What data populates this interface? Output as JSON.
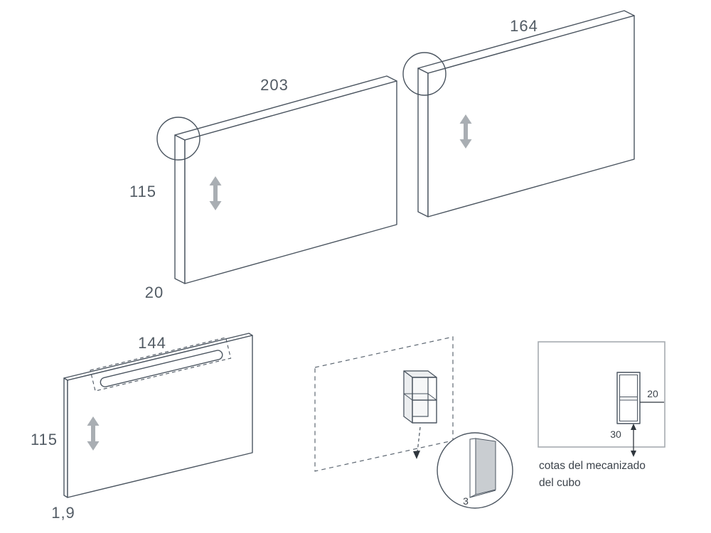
{
  "panel_top_left": {
    "width": "203",
    "height": "115",
    "thickness": "20"
  },
  "panel_top_right": {
    "width": "164"
  },
  "panel_bottom_left": {
    "width": "144",
    "height": "115",
    "thickness": "1,9"
  },
  "detail_callout": {
    "wall_thickness": "3"
  },
  "mech_box": {
    "dim_top": "20",
    "dim_bottom": "30",
    "caption_line1": "cotas del mecanizado",
    "caption_line2": "del cubo"
  },
  "icons": {
    "updown_arrow": "double-headed vertical arrow"
  },
  "colors": {
    "line": "#4b5560",
    "text": "#525b64",
    "arrow_gray": "#a9aeb3",
    "section_gray": "#c9cdd1",
    "box_border_gray": "#a7acb1",
    "background": "#ffffff"
  }
}
